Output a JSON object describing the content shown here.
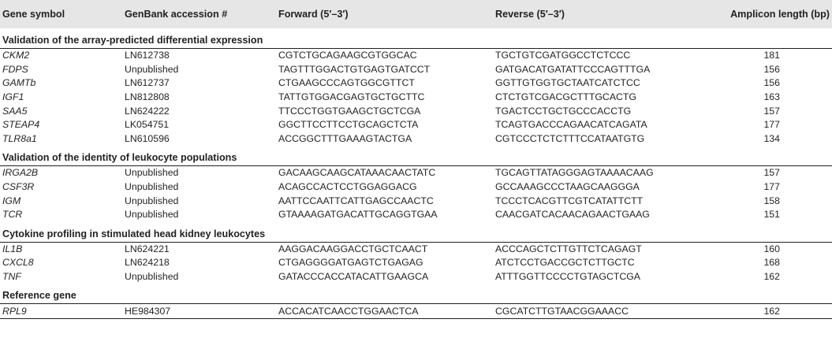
{
  "headers": {
    "gene": "Gene symbol",
    "accession": "GenBank accession #",
    "forward": "Forward (5′–3′)",
    "reverse": "Reverse (5′–3′)",
    "amplicon": "Amplicon length (bp)"
  },
  "sections": [
    {
      "title": "Validation of the array-predicted differential expression",
      "rows": [
        {
          "gene": "CKM2",
          "accession": "LN612738",
          "forward": "CGTCTGCAGAAGCGTGGCAC",
          "reverse": "TGCTGTCGATGGCCTCTCCC",
          "length": "181"
        },
        {
          "gene": "FDPS",
          "accession": "Unpublished",
          "forward": "TAGTTTGGACTGTGAGTGATCCT",
          "reverse": "GATGACATGATATTCCCAGTTTGA",
          "length": "156"
        },
        {
          "gene": "GAMTb",
          "accession": "LN612737",
          "forward": "CTGAAGCCCAGTGGCGTTCT",
          "reverse": "GGTTGTGGTGCTAATCATCTCC",
          "length": "156"
        },
        {
          "gene": "IGF1",
          "accession": "LN812808",
          "forward": "TATTGTGGACGAGTGCTGCTTC",
          "reverse": "CTCTGTCGACGCTTTGCACTG",
          "length": "163"
        },
        {
          "gene": "SAA5",
          "accession": "LN624222",
          "forward": "TTCCCTGGTGAAGCTGCTCGA",
          "reverse": "TGACTCCTGCTGCCCACCTG",
          "length": "157"
        },
        {
          "gene": "STEAP4",
          "accession": "LK054751",
          "forward": "GGCTTCCTTCCTGCAGCTCTA",
          "reverse": "TCAGTGACCCAGAACATCAGATA",
          "length": "177"
        },
        {
          "gene": "TLR8a1",
          "accession": "LN610596",
          "forward": "ACCGGCTTTGAAAGTACTGA",
          "reverse": "CGTCCCTCTCTTTCCATAATGTG",
          "length": "134"
        }
      ]
    },
    {
      "title": "Validation of the identity of leukocyte populations",
      "rows": [
        {
          "gene": "IRGA2B",
          "accession": "Unpublished",
          "forward": "GACAAGCAAGCATAAACAACTATC",
          "reverse": "TGCAGTTATAGGGAGTAAAACAAG",
          "length": "157"
        },
        {
          "gene": "CSF3R",
          "accession": "Unpublished",
          "forward": "ACAGCCACTCCTGGAGGACG",
          "reverse": "GCCAAAGCCCTAAGCAAGGGA",
          "length": "177"
        },
        {
          "gene": "IGM",
          "accession": "Unpublished",
          "forward": "AATTCCAATTCATTGAGCCAACTC",
          "reverse": "TCCCTCACGTTCGTCATATTCTT",
          "length": "158"
        },
        {
          "gene": "TCR",
          "accession": "Unpublished",
          "forward": "GTAAAAGATGACATTGCAGGTGAA",
          "reverse": "CAACGATCACAACAGAACTGAAG",
          "length": "151"
        }
      ]
    },
    {
      "title": "Cytokine profiling in stimulated head kidney leukocytes",
      "rows": [
        {
          "gene": "IL1B",
          "accession": "LN624221",
          "forward": "AAGGACAAGGACCTGCTCAACT",
          "reverse": "ACCCAGCTCTTGTTCTCAGAGT",
          "length": "160"
        },
        {
          "gene": "CXCL8",
          "accession": "LN624218",
          "forward": "CTGAGGGGATGAGTCTGAGAG",
          "reverse": "ATCTCCTGACCGCTCTTGCTC",
          "length": "168"
        },
        {
          "gene": "TNF",
          "accession": "Unpublished",
          "forward": "GATACCCACCATACATTGAAGCA",
          "reverse": "ATTTGGTTCCCCTGTAGCTCGA",
          "length": "162"
        }
      ]
    },
    {
      "title": "Reference gene",
      "rows": [
        {
          "gene": "RPL9",
          "accession": "HE984307",
          "forward": "ACCACATCAACCTGGAACTCA",
          "reverse": "CGCATCTTGTAACGGAAACC",
          "length": "162"
        }
      ]
    }
  ]
}
